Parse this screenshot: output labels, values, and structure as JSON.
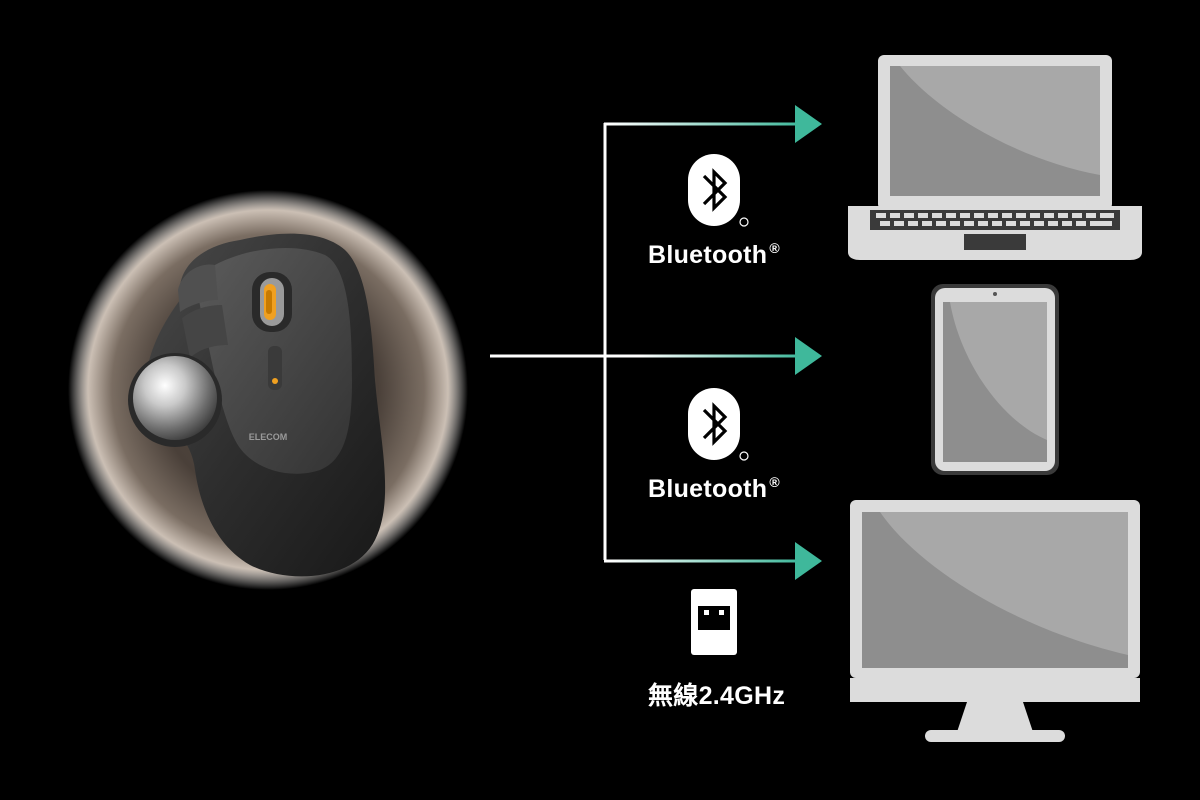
{
  "product": {
    "brand": "ELECOM"
  },
  "connections": [
    {
      "label": "Bluetooth",
      "mark": "®",
      "icon": "bluetooth-icon",
      "target": "laptop-icon"
    },
    {
      "label": "Bluetooth",
      "mark": "®",
      "icon": "bluetooth-icon",
      "target": "tablet-icon"
    },
    {
      "label": "無線2.4GHz",
      "mark": "",
      "icon": "usb-receiver-icon",
      "target": "desktop-monitor-icon"
    }
  ],
  "colors": {
    "background": "#000000",
    "line": "#ffffff",
    "arrow_accent": "#3fb89b",
    "device_body": "#dcdcdc",
    "device_screen": "#8e8e8e",
    "device_screen_highlight": "#a8a8a8"
  }
}
